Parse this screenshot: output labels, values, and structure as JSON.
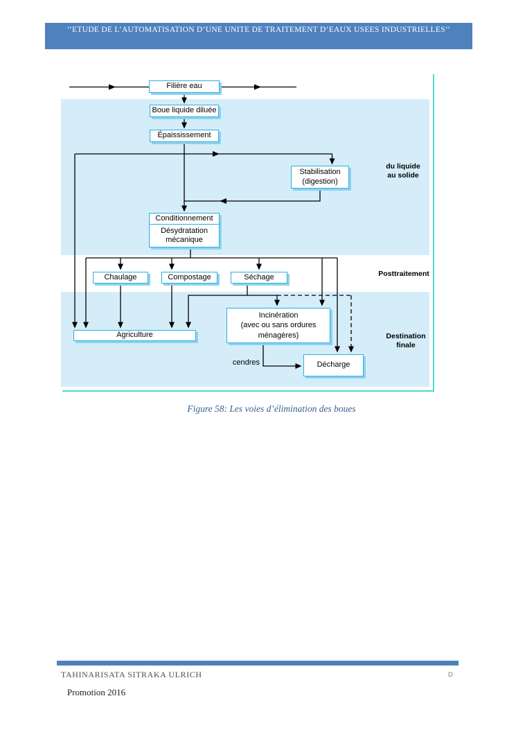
{
  "header": {
    "title": "’’ETUDE DE L’AUTOMATISATION D’UNE UNITE DE TRAITEMENT D’EAUX USEES INDUSTRIELLES’’"
  },
  "diagram": {
    "boxes": {
      "filiere_eau": "Filière eau",
      "boue_liquide": "Boue liquide diluée",
      "epaississement": "Épaississement",
      "stabilisation": "Stabilisation\n(digestion)",
      "conditionnement": "Conditionnement",
      "desydratation": "Désydratation\nmécanique",
      "chaulage": "Chaulage",
      "compostage": "Compostage",
      "sechage": "Séchage",
      "agriculture": "Agriculture",
      "incineration": "Incinération\n(avec ou sans ordures\nménagères)",
      "decharge": "Décharge"
    },
    "labels": {
      "du_liquide_au_solide": "du liquide\nau solide",
      "posttraitement": "Posttraitement",
      "destination_finale": "Destination\nfinale",
      "cendres": "cendres"
    },
    "colors": {
      "band_background": "#d5edf8",
      "box_border": "#29aee3",
      "box_shadow": "#8fd2ee",
      "teal_border": "#4fd8d2",
      "line": "#000000"
    }
  },
  "caption": {
    "text": "Figure 58: Les voies d’élimination des boues",
    "color": "#365f91"
  },
  "footer": {
    "accent_color": "#4f81bd",
    "author": "TAHINARISATA SITRAKA ULRICH",
    "page_letter": "D",
    "promotion": "Promotion 2016"
  }
}
